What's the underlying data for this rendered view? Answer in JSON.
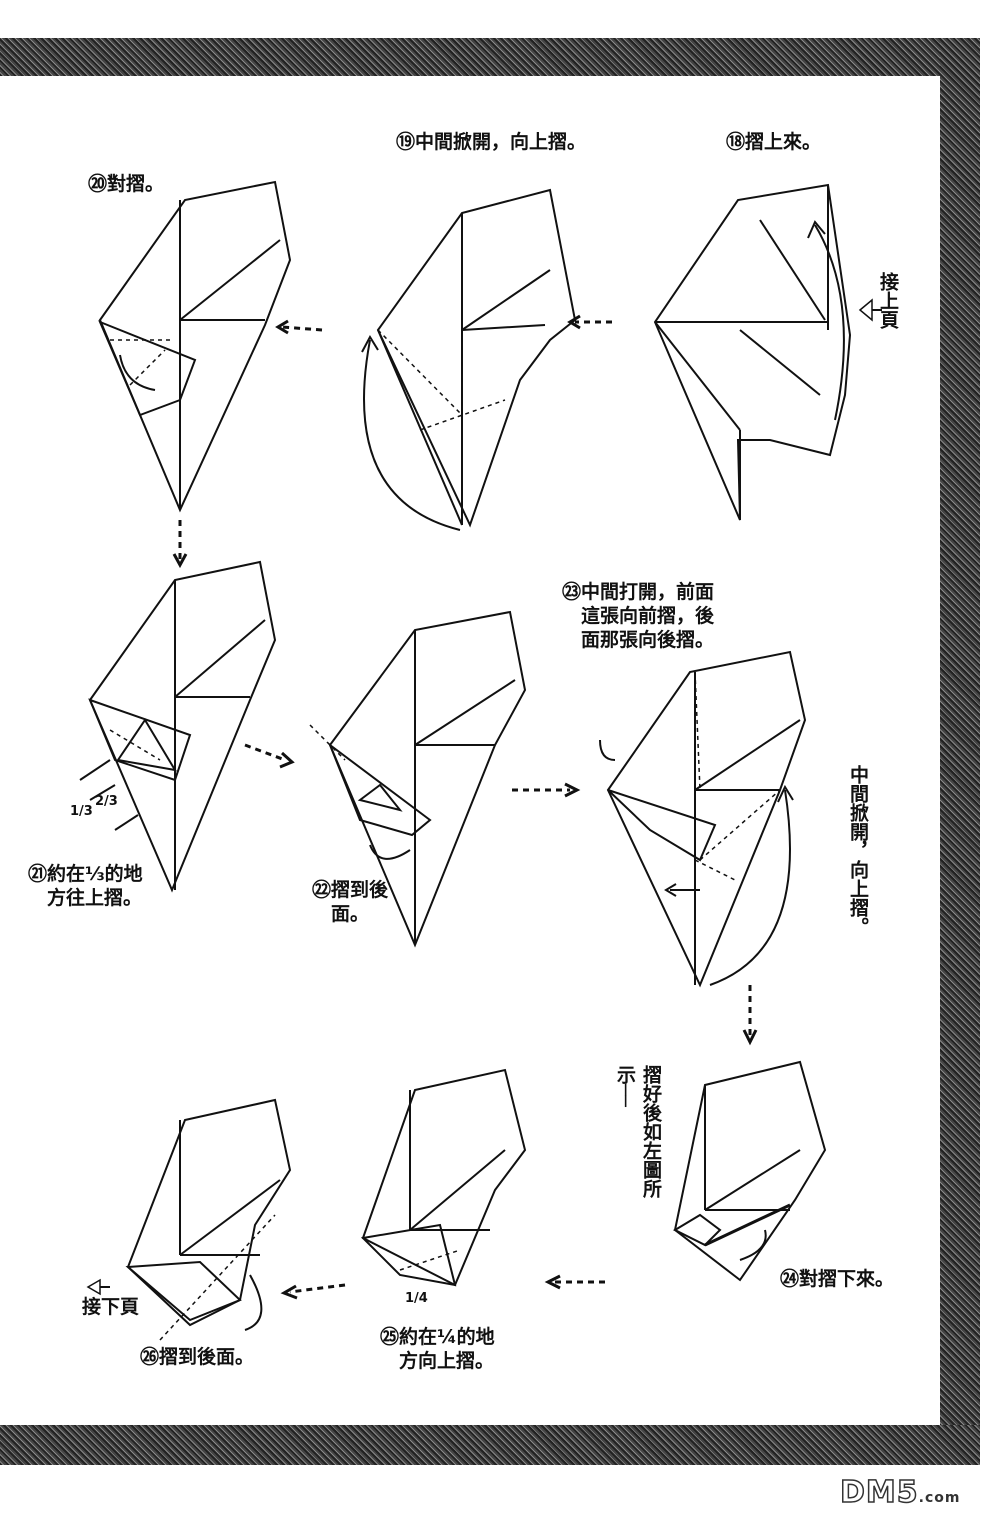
{
  "steps": {
    "s18": "⑱摺上來。",
    "s19": "⑲中間掀開，向上摺。",
    "s20": "⑳對摺。",
    "s21": "㉑約在⅓的地\n　方往上摺。",
    "s22": "㉒摺到後\n　面。",
    "s23": "㉓中間打開，前面\n　這張向前摺，後\n　面那張向後摺。",
    "s24": "㉔對摺下來。",
    "s25": "㉕約在¼的地\n　方向上摺。",
    "s26": "㉖摺到後面。"
  },
  "notes": {
    "continue_from_prev": "接上頁",
    "continue_next": "接下頁",
    "middle_open_up": "中間掀開，向上摺。",
    "after_fold": "摺好後如左圖所示──",
    "third": "1/3",
    "two_thirds": "2/3",
    "quarter": "1/4"
  },
  "watermark": {
    "brand": "DM5",
    "domain": ".com"
  }
}
